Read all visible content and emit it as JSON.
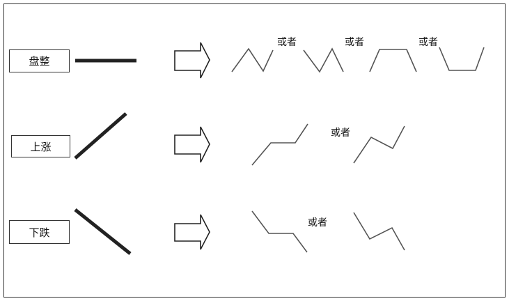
{
  "rows": [
    {
      "label": "盘整",
      "or_labels": [
        "或者",
        "或者",
        "或者"
      ]
    },
    {
      "label": "上涨",
      "or_labels": [
        "或者"
      ]
    },
    {
      "label": "下跌",
      "or_labels": [
        "或者"
      ]
    }
  ],
  "colors": {
    "thick_line": "#222222",
    "thin_line": "#555555",
    "border": "#333333"
  },
  "icons": [
    "right-arrow-icon"
  ]
}
